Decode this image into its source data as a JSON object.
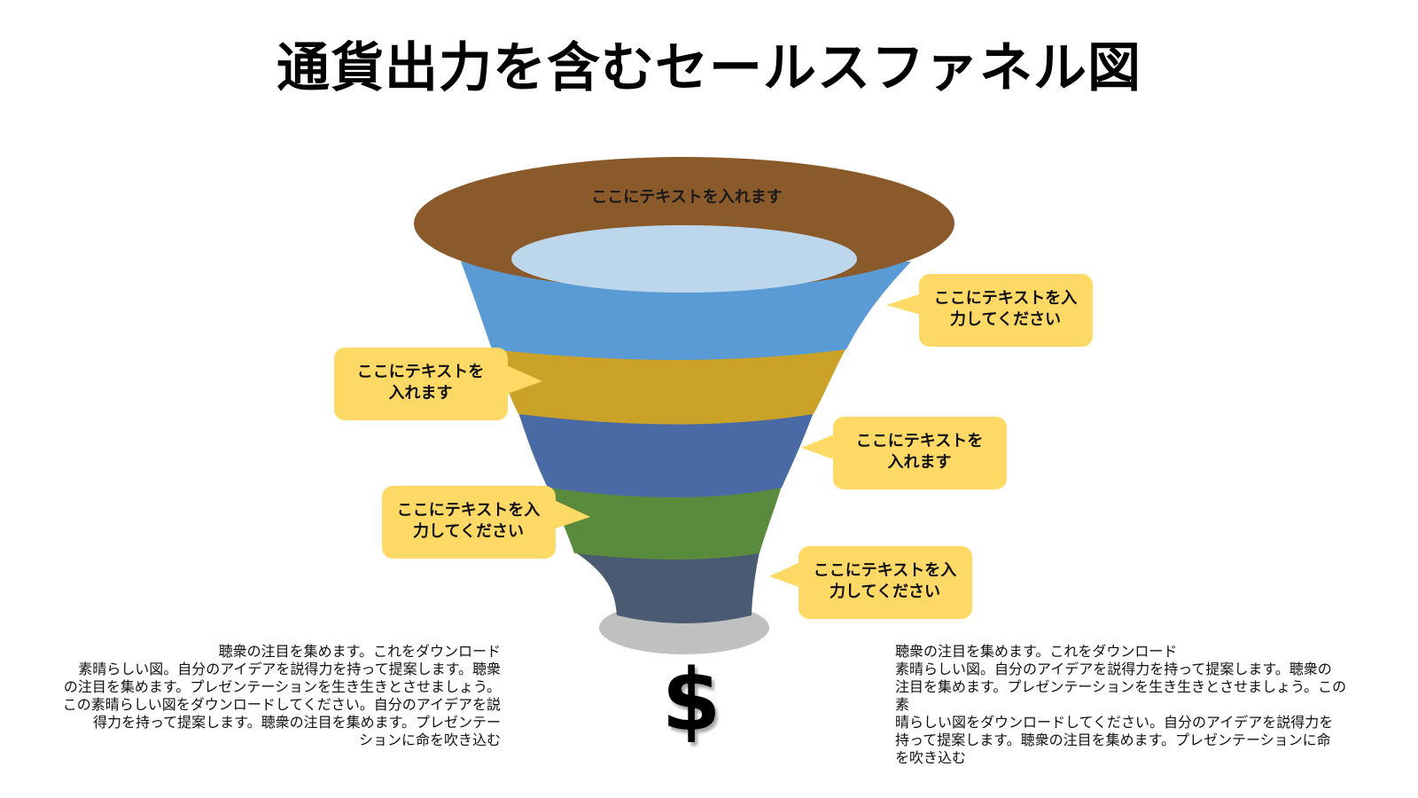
{
  "title": "通貨出力を含むセールスファネル図",
  "funnel": {
    "top_label": "ここにテキストを入れます",
    "colors": {
      "rim": "#8b5a2b",
      "opening": "#bcd6ec",
      "band1": "#5b9bd5",
      "band2": "#c9a227",
      "band3": "#4a6aa5",
      "band4": "#5a8a3c",
      "band5": "#4a5a72",
      "base": "#c0c0c0",
      "callout": "#ffd966"
    }
  },
  "callouts": [
    {
      "id": "right-1",
      "text": "ここにテキストを入\n力してください"
    },
    {
      "id": "left-1",
      "text": "ここにテキストを\n入れます"
    },
    {
      "id": "right-2",
      "text": "ここにテキストを\n入れます"
    },
    {
      "id": "left-2",
      "text": "ここにテキストを入\n力してください"
    },
    {
      "id": "right-3",
      "text": "ここにテキストを入\n力してください"
    }
  ],
  "notes": {
    "left": "聴衆の注目を集めます。これをダウンロード\n素晴らしい図。自分のアイデアを説得力を持って提案します。聴衆\nの注目を集めます。プレゼンテーションを生き生きとさせましょう。\nこの素晴らしい図をダウンロードしてください。自分のアイデアを説\n得力を持って提案します。聴衆の注目を集めます。プレゼンテー\nションに命を吹き込む",
    "right": "聴衆の注目を集めます。これをダウンロード\n素晴らしい図。自分のアイデアを説得力を持って提案します。聴衆の\n注目を集めます。プレゼンテーションを生き生きとさせましょう。この素\n晴らしい図をダウンロードしてください。自分のアイデアを説得力を\n持って提案します。聴衆の注目を集めます。プレゼンテーションに命\nを吹き込む"
  },
  "currency_symbol": "$"
}
